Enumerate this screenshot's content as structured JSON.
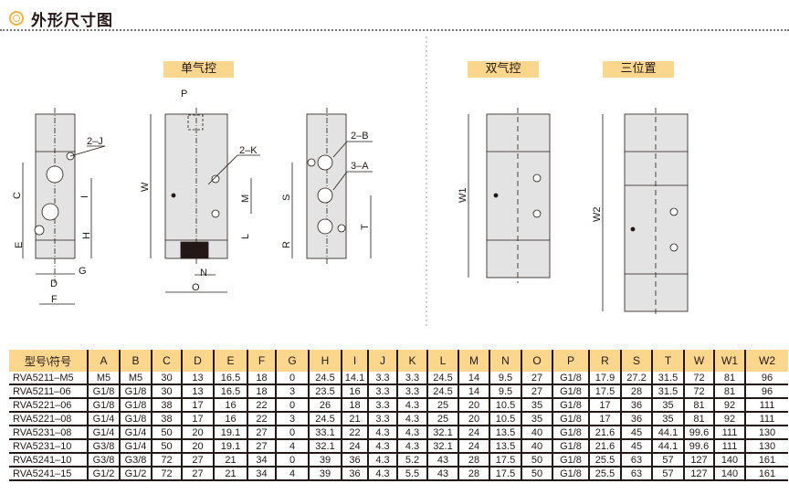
{
  "header": {
    "title": "外形尺寸图",
    "icon": "double-circle-icon"
  },
  "views": {
    "single": "单气控",
    "double": "双气控",
    "three": "三位置"
  },
  "dims": {
    "P": "P",
    "J": "2–J",
    "K": "2–K",
    "B": "2–B",
    "A": "3–A",
    "C": "C",
    "E": "E",
    "D": "D",
    "F": "F",
    "G": "G",
    "H": "H",
    "I": "I",
    "W": "W",
    "M": "M",
    "L": "L",
    "N": "N",
    "O": "O",
    "S": "S",
    "R": "R",
    "T": "T",
    "W1": "W1",
    "W2": "W2"
  },
  "table": {
    "headers": [
      "型号\\符号",
      "A",
      "B",
      "C",
      "D",
      "E",
      "F",
      "G",
      "H",
      "I",
      "J",
      "K",
      "L",
      "M",
      "N",
      "O",
      "P",
      "R",
      "S",
      "T",
      "W",
      "W1",
      "W2"
    ],
    "rows": [
      [
        "RVA5211–M5",
        "M5",
        "M5",
        "30",
        "13",
        "16.5",
        "18",
        "0",
        "24.5",
        "14.1",
        "3.3",
        "3.3",
        "24.5",
        "14",
        "9.5",
        "27",
        "G1/8",
        "17.9",
        "27.2",
        "31.5",
        "72",
        "81",
        "96"
      ],
      [
        "RVA5211–06",
        "G1/8",
        "G1/8",
        "30",
        "13",
        "16.5",
        "18",
        "3",
        "23.5",
        "16",
        "3.3",
        "3.3",
        "24.5",
        "14",
        "9.5",
        "27",
        "G1/8",
        "17.5",
        "28",
        "31.5",
        "72",
        "81",
        "96"
      ],
      [
        "RVA5221–06",
        "G1/8",
        "G1/8",
        "38",
        "17",
        "16",
        "22",
        "0",
        "26",
        "18",
        "3.3",
        "4.3",
        "25",
        "20",
        "10.5",
        "35",
        "G1/8",
        "17",
        "36",
        "35",
        "81",
        "92",
        "111"
      ],
      [
        "RVA5221–08",
        "G1/4",
        "G1/8",
        "38",
        "17",
        "16",
        "22",
        "3",
        "24.5",
        "21",
        "3.3",
        "4.3",
        "25",
        "20",
        "10.5",
        "35",
        "G1/8",
        "17",
        "36",
        "35",
        "81",
        "92",
        "111"
      ],
      [
        "RVA5231–08",
        "G1/4",
        "G1/4",
        "50",
        "20",
        "19.1",
        "27",
        "0",
        "33.1",
        "22",
        "4.3",
        "4.3",
        "32.1",
        "24",
        "13.5",
        "40",
        "G1/8",
        "21.6",
        "45",
        "44.1",
        "99.6",
        "111",
        "130"
      ],
      [
        "RVA5231–10",
        "G3/8",
        "G1/4",
        "50",
        "20",
        "19.1",
        "27",
        "4",
        "32.1",
        "24",
        "4.3",
        "4.3",
        "32.1",
        "24",
        "13.5",
        "40",
        "G1/8",
        "21.6",
        "45",
        "44.1",
        "99.6",
        "111",
        "130"
      ],
      [
        "RVA5241–10",
        "G3/8",
        "G3/8",
        "72",
        "27",
        "21",
        "34",
        "0",
        "39",
        "36",
        "4.3",
        "5.2",
        "43",
        "28",
        "17.5",
        "50",
        "G1/8",
        "25.5",
        "63",
        "57",
        "127",
        "140",
        "161"
      ],
      [
        "RVA5241–15",
        "G1/2",
        "G1/2",
        "72",
        "27",
        "21",
        "34",
        "4",
        "39",
        "36",
        "4.3",
        "5.5",
        "43",
        "28",
        "17.5",
        "50",
        "G1/8",
        "25.5",
        "63",
        "57",
        "127",
        "140",
        "161"
      ]
    ]
  }
}
